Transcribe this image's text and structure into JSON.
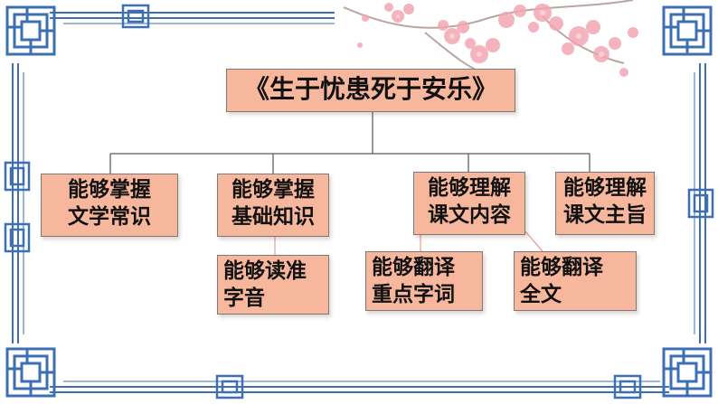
{
  "diagram": {
    "title": "《生于忧患死于安乐》",
    "goals": [
      {
        "id": "literary-knowledge",
        "label": "能够掌握\n文学常识"
      },
      {
        "id": "basic-knowledge",
        "label": "能够掌握\n基础知识"
      },
      {
        "id": "understand-content",
        "label": "能够理解\n课文内容"
      },
      {
        "id": "understand-theme",
        "label": "能够理解\n课文主旨"
      },
      {
        "id": "pronunciation",
        "label": "能够读准\n字音"
      },
      {
        "id": "translate-key-words",
        "label": "能够翻译\n重点字词"
      },
      {
        "id": "translate-full-text",
        "label": "能够翻译\n全文"
      }
    ]
  },
  "colors": {
    "box_fill": "#f7b79c",
    "border_blue": "#3d6fb3",
    "blossom": "#f3a6b2"
  }
}
